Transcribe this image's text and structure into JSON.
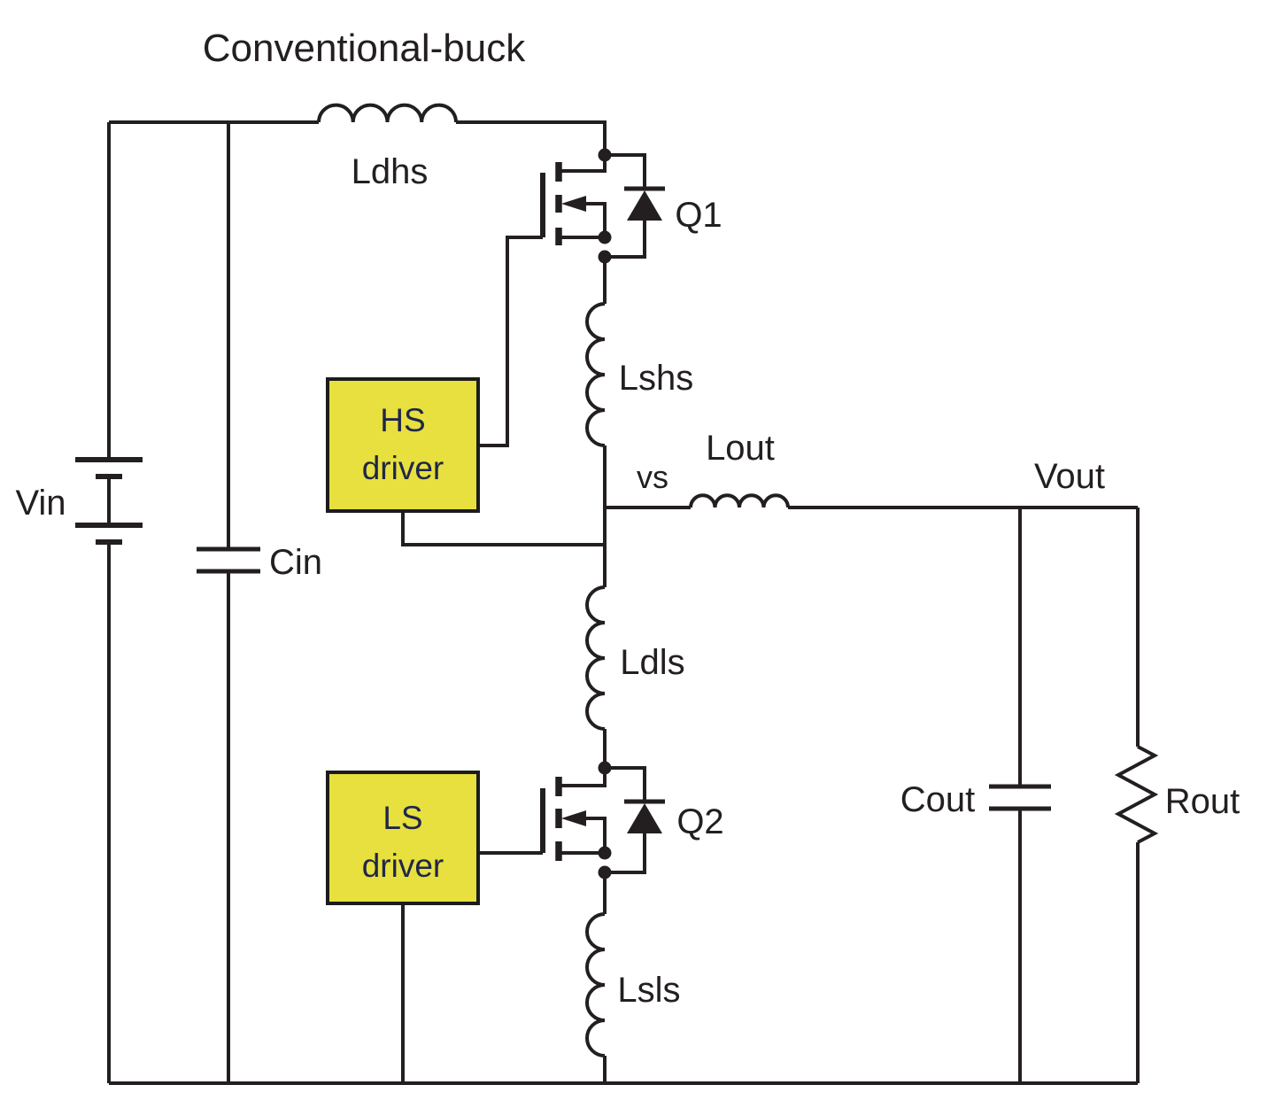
{
  "diagram": {
    "title": "Conventional-buck"
  },
  "labels": {
    "ldhs": "Ldhs",
    "lshs": "Lshs",
    "ldls": "Ldls",
    "lsls": "Lsls",
    "lout": "Lout",
    "vin": "Vin",
    "cin": "Cin",
    "cout": "Cout",
    "rout": "Rout",
    "vs": "vs",
    "vout": "Vout",
    "q1": "Q1",
    "q2": "Q2"
  },
  "driver_boxes": {
    "hs": {
      "line1": "HS",
      "line2": "driver"
    },
    "ls": {
      "line1": "LS",
      "line2": "driver"
    }
  },
  "colors": {
    "wire": "#231f20",
    "driver_fill": "#e7e03e",
    "driver_border": "#1c1c1c",
    "driver_text": "#20264a",
    "background": "#ffffff"
  }
}
